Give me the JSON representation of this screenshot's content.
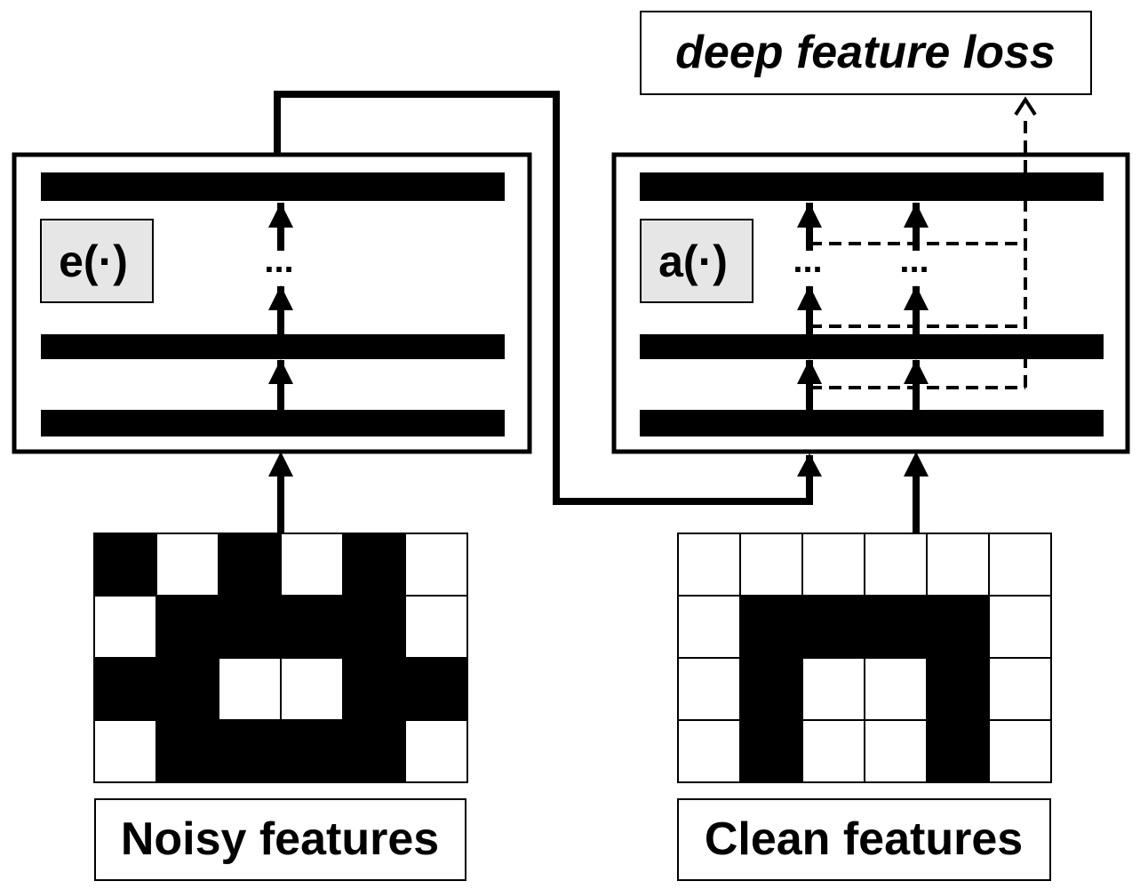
{
  "loss_label": "deep feature loss",
  "encoder": {
    "label": "e(·)",
    "dots": "..."
  },
  "autoencoder": {
    "label": "a(·)",
    "dots_left": "...",
    "dots_right": "..."
  },
  "noisy": {
    "caption": "Noisy features",
    "grid": [
      [
        1,
        0,
        1,
        0,
        1,
        0
      ],
      [
        0,
        1,
        1,
        1,
        1,
        0
      ],
      [
        1,
        1,
        0,
        0,
        1,
        1
      ],
      [
        0,
        1,
        1,
        1,
        1,
        0
      ]
    ]
  },
  "clean": {
    "caption": "Clean features",
    "grid": [
      [
        0,
        0,
        0,
        0,
        0,
        0
      ],
      [
        0,
        1,
        1,
        1,
        1,
        0
      ],
      [
        0,
        1,
        0,
        0,
        1,
        0
      ],
      [
        0,
        1,
        0,
        0,
        1,
        0
      ]
    ]
  },
  "colors": {
    "line": "#000000",
    "label_box_fill": "#e6e6e6",
    "background": "#ffffff"
  }
}
